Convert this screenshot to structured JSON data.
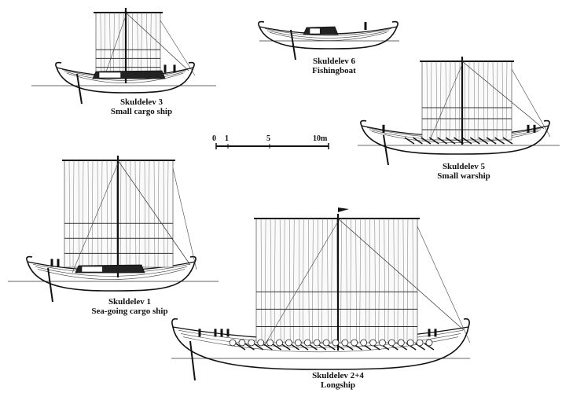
{
  "ships": [
    {
      "name": "Skuldelev 3",
      "type": "Small cargo ship"
    },
    {
      "name": "Skuldelev 6",
      "type": "Fishingboat"
    },
    {
      "name": "Skuldelev 5",
      "type": "Small warship"
    },
    {
      "name": "Skuldelev 1",
      "type": "Sea-going cargo ship"
    },
    {
      "name": "Skuldelev 2+4",
      "type": "Longship"
    }
  ],
  "scale_bar": {
    "labels": [
      "0",
      "1",
      "5",
      "10m"
    ]
  }
}
